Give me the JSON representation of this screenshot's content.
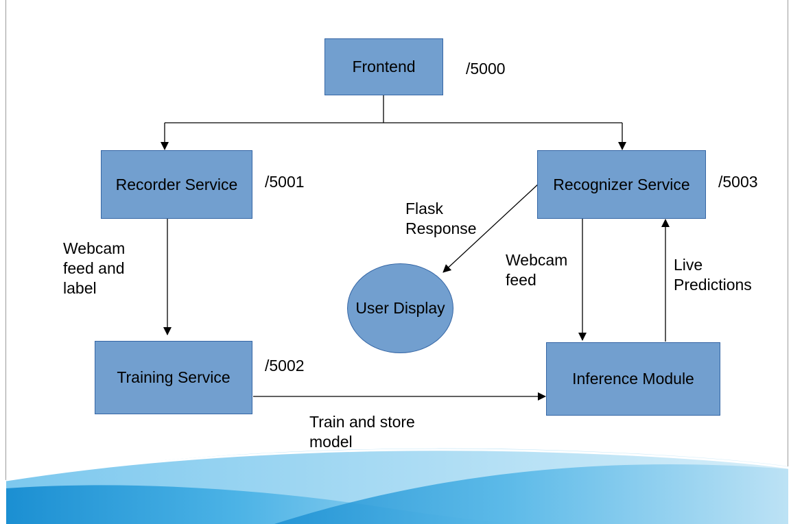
{
  "nodes": {
    "frontend": "Frontend",
    "recorder": "Recorder Service",
    "recognizer": "Recognizer Service",
    "training": "Training Service",
    "inference": "Inference Module",
    "user_display": "User Display"
  },
  "ports": {
    "frontend": "/5000",
    "recorder": "/5001",
    "training": "/5002",
    "recognizer": "/5003"
  },
  "edge_labels": {
    "recorder_to_training": "Webcam\nfeed and\nlabel",
    "recognizer_to_display": "Flask\nResponse",
    "recognizer_to_inference": "Webcam\nfeed",
    "inference_to_recognizer": "Live\nPredictions",
    "training_to_inference": "Train and store\nmodel"
  },
  "colors": {
    "node_fill": "#729fcf",
    "node_border": "#3465a4",
    "wave_light": "#bfe3f5",
    "wave_dark": "#1f97d8"
  }
}
